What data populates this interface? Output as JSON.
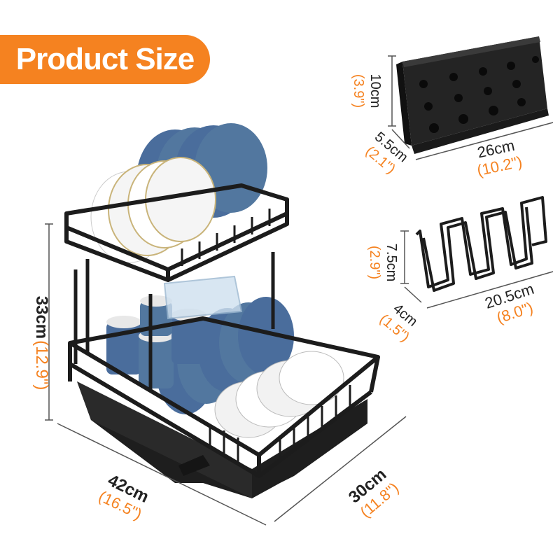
{
  "badge": {
    "label": "Product Size"
  },
  "colors": {
    "accent": "#f58220",
    "metal": "#1c1c1c",
    "plate_blue": "#4a6d9c",
    "plate_white": "#f2f2f2"
  },
  "rack": {
    "height": {
      "cm": "33cm",
      "inch": "(12.9\")"
    },
    "width": {
      "cm": "42cm",
      "inch": "(16.5\")"
    },
    "depth": {
      "cm": "30cm",
      "inch": "(11.8\")"
    }
  },
  "cutlery_holder": {
    "height": {
      "cm": "10cm",
      "inch": "(3.9\")"
    },
    "depth": {
      "cm": "5.5cm",
      "inch": "(2.1\")"
    },
    "width": {
      "cm": "26cm",
      "inch": "(10.2\")"
    }
  },
  "cup_holder": {
    "height": {
      "cm": "7.5cm",
      "inch": "(2.9\")"
    },
    "depth": {
      "cm": "4cm",
      "inch": "(1.5\")"
    },
    "width": {
      "cm": "20.5cm",
      "inch": "(8.0\")"
    }
  }
}
